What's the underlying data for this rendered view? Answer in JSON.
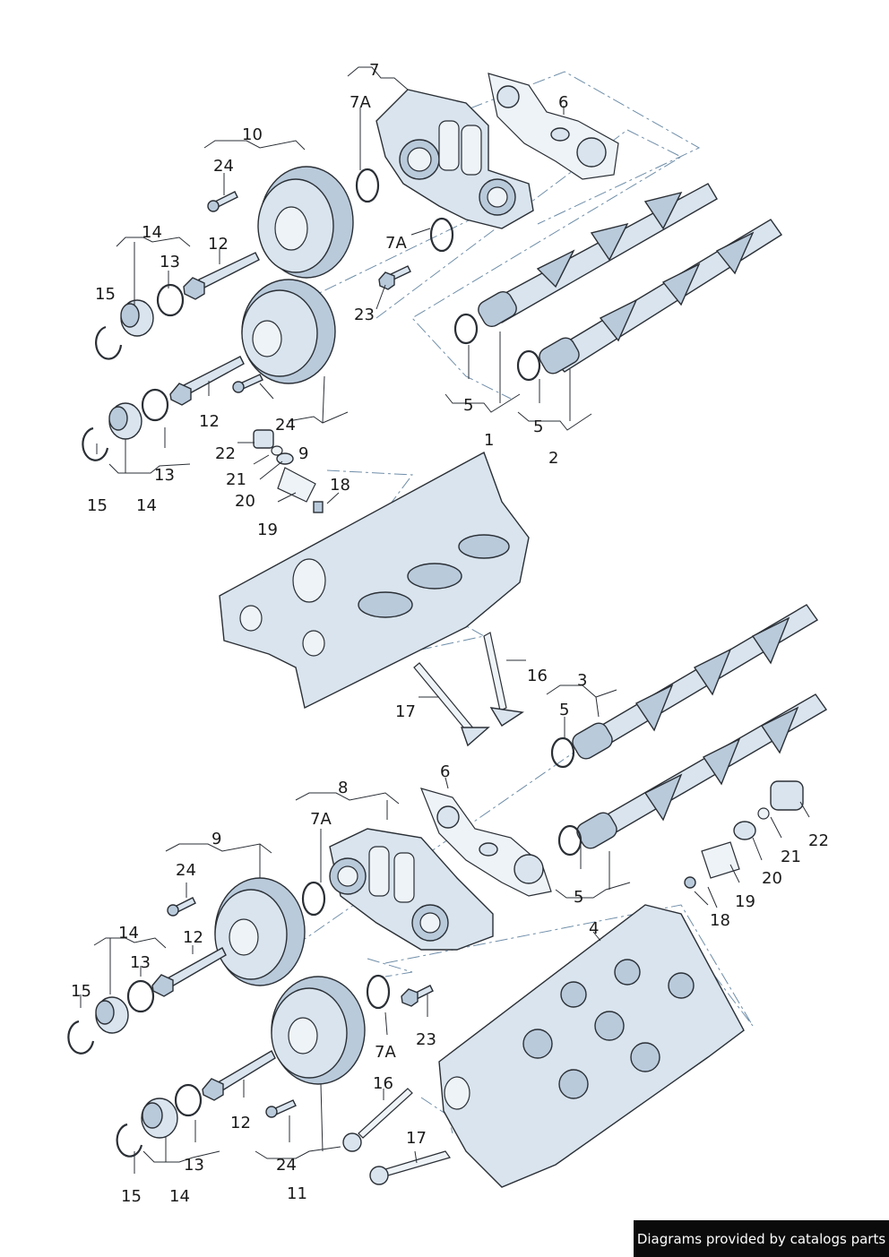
{
  "footer": {
    "credit": "Diagrams provided by catalogs parts"
  },
  "callouts": {
    "c1": "1",
    "c2": "2",
    "c3": "3",
    "c4": "4",
    "c5a": "5",
    "c5b": "5",
    "c5c": "5",
    "c5d": "5",
    "c6a": "6",
    "c6b": "6",
    "c7": "7",
    "c7a1": "7A",
    "c7a2": "7A",
    "c7a3": "7A",
    "c7a4": "7A",
    "c8": "8",
    "c9a": "9",
    "c9b": "9",
    "c10": "10",
    "c11": "11",
    "c12a": "12",
    "c12b": "12",
    "c12c": "12",
    "c12d": "12",
    "c13a": "13",
    "c13b": "13",
    "c13c": "13",
    "c13d": "13",
    "c14a": "14",
    "c14b": "14",
    "c14c": "14",
    "c14d": "14",
    "c15a": "15",
    "c15b": "15",
    "c15c": "15",
    "c15d": "15",
    "c16a": "16",
    "c16b": "16",
    "c17a": "17",
    "c17b": "17",
    "c18a": "18",
    "c18b": "18",
    "c19a": "19",
    "c19b": "19",
    "c20a": "20",
    "c20b": "20",
    "c21a": "21",
    "c21b": "21",
    "c22a": "22",
    "c22b": "22",
    "c23a": "23",
    "c23b": "23",
    "c24a": "24",
    "c24b": "24",
    "c24c": "24",
    "c24d": "24"
  }
}
